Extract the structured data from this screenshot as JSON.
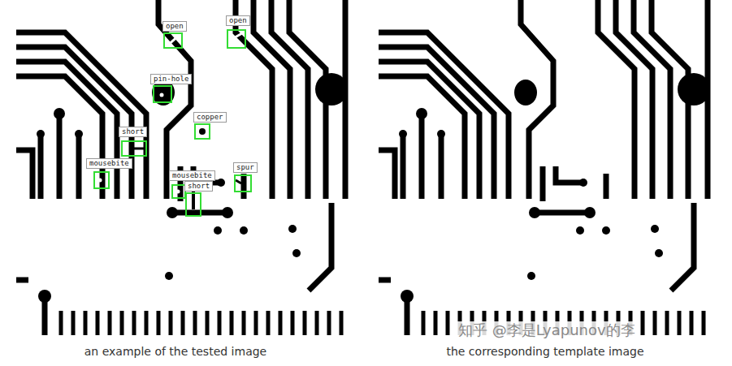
{
  "diagram": {
    "nodes": [
      {
        "text": [
          "open"
        ]
      },
      {
        "text": [
          "open"
        ]
      },
      {
        "text": [
          "pin-hole"
        ]
      },
      {
        "text": [
          "copper"
        ]
      },
      {
        "text": [
          "short"
        ]
      },
      {
        "text": [
          "mousebite"
        ]
      },
      {
        "text": [
          "spur"
        ]
      },
      {
        "text": [
          "mousebite"
        ]
      },
      {
        "text": [
          "short"
        ]
      }
    ],
    "labels": [
      "an example of the tested image",
      "the corresponding template image",
      "知乎 @李是Lyapunov的李"
    ]
  }
}
